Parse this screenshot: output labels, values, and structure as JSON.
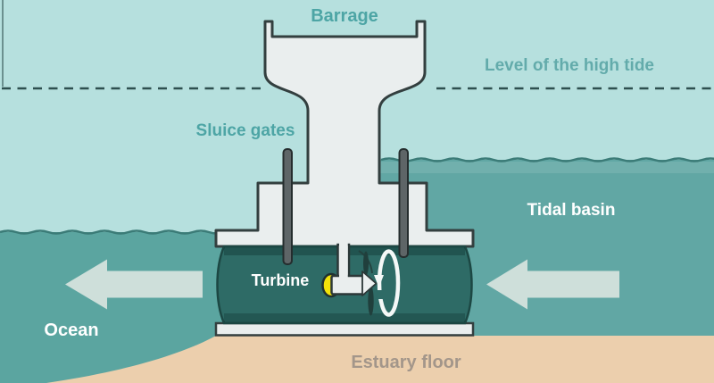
{
  "diagram": {
    "labels": {
      "barrage": "Barrage",
      "high_tide": "Level of the high tide",
      "sluice_gates": "Sluice gates",
      "tidal_basin": "Tidal basin",
      "ocean": "Ocean",
      "turbine": "Turbine",
      "estuary_floor": "Estuary floor"
    }
  },
  "colors": {
    "sky": "#b6e0de",
    "ocean_water": "#5ba5a0",
    "basin_water": "#61a7a4",
    "channel_water": "#2e6b66",
    "structure": "#eaeeee",
    "structure_outline": "#333f3f",
    "estuary_floor": "#eccfad",
    "flow_arrow": "#cedfda",
    "sluice_rod": "#5e6567",
    "turbine_yellow": "#f2e30a",
    "teal_label": "#4da5a5",
    "high_tide_label": "#63abab",
    "white_label": "#ffffff",
    "floor_label": "#a3968a",
    "dashed_line": "#2e4f4f",
    "wave_line": "#3b7b77"
  }
}
